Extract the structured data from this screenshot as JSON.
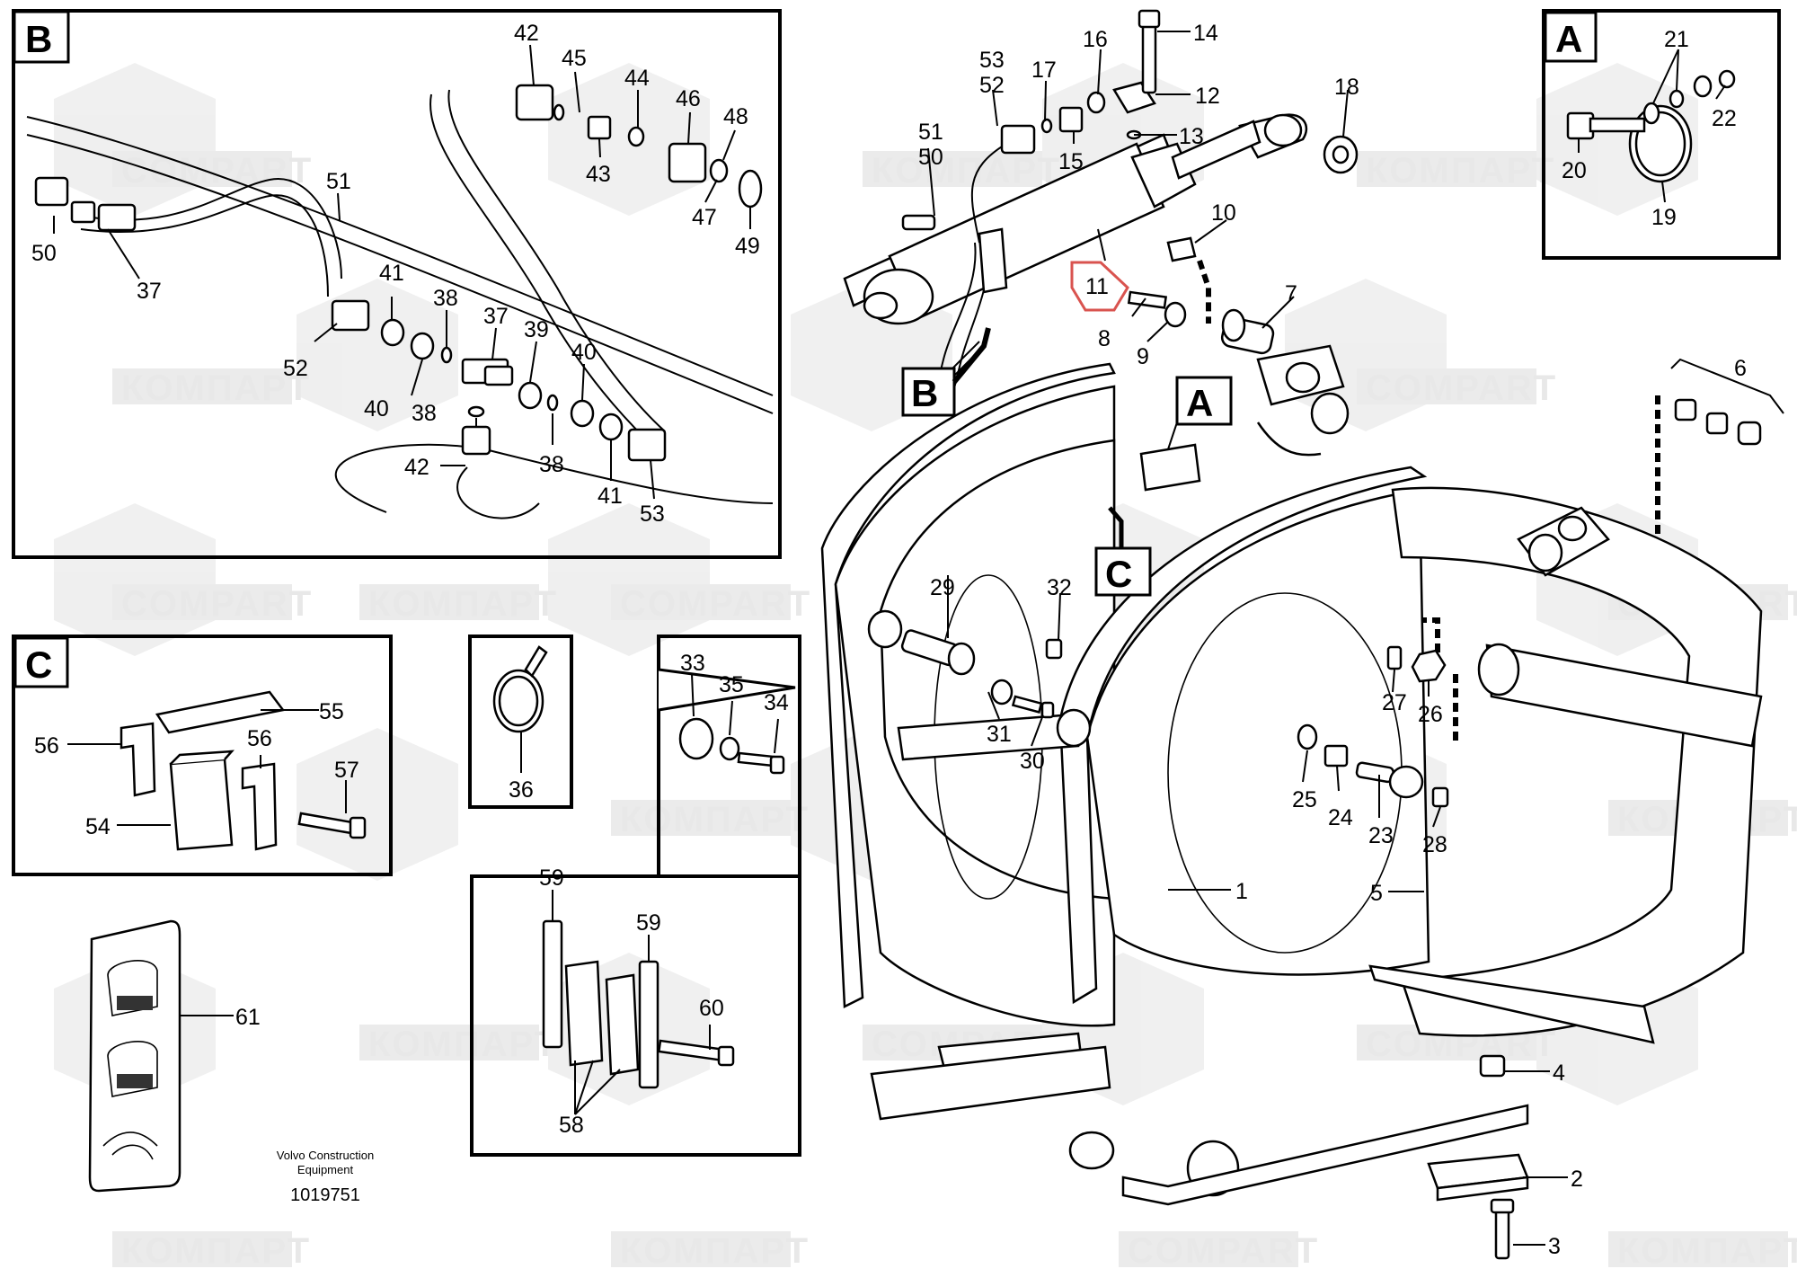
{
  "watermarks": [
    "КОМПАРТ",
    "COMPART"
  ],
  "highlight_color": "#d9534f",
  "detail_tags": {
    "A": "A",
    "B": "B",
    "C": "C"
  },
  "inset_tags": {
    "A": "A",
    "B": "B",
    "C": "C"
  },
  "callouts": [
    "1",
    "2",
    "3",
    "4",
    "5",
    "6",
    "7",
    "8",
    "9",
    "10",
    "11",
    "12",
    "13",
    "14",
    "15",
    "16",
    "17",
    "18",
    "19",
    "20",
    "21",
    "22",
    "23",
    "24",
    "25",
    "26",
    "27",
    "28",
    "29",
    "30",
    "31",
    "32",
    "33",
    "34",
    "35",
    "36",
    "37",
    "38",
    "39",
    "40",
    "41",
    "42",
    "43",
    "44",
    "45",
    "46",
    "47",
    "48",
    "49",
    "50",
    "51",
    "52",
    "53",
    "54",
    "55",
    "56",
    "57",
    "58",
    "59",
    "60",
    "61"
  ],
  "b_callouts": {
    "c50": "50",
    "c37": "37",
    "c51": "51",
    "c52": "52",
    "c41a": "41",
    "c38a": "38",
    "c37b": "37",
    "c39": "39",
    "c40a": "40",
    "c40b": "40",
    "c38b": "38",
    "c38c": "38",
    "c42a": "42",
    "c42b": "42",
    "c41b": "41",
    "c53": "53",
    "c45": "45",
    "c44": "44",
    "c46": "46",
    "c48": "48",
    "c43": "43",
    "c47": "47",
    "c49": "49"
  },
  "footer": {
    "company_line1": "Volvo Construction",
    "company_line2": "Equipment",
    "drawing_number": "1019751"
  }
}
